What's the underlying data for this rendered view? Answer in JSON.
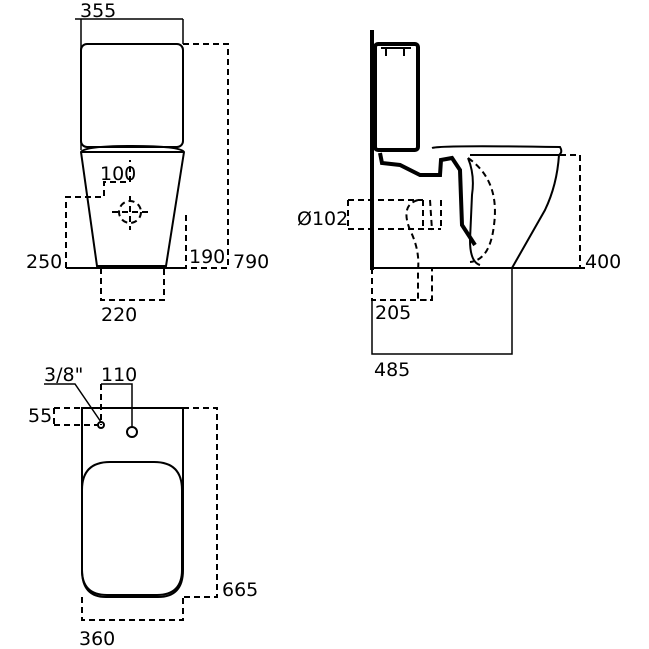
{
  "front_view": {
    "width_top": "355",
    "height_total": "790",
    "inlet_offset": "100",
    "inlet_height": "250",
    "outlet_height": "190",
    "base_width": "220"
  },
  "side_view": {
    "outlet_diameter": "Ø102",
    "seat_height": "400",
    "outlet_distance": "205",
    "depth": "485"
  },
  "plan_view": {
    "connector": "3/8\"",
    "spacing": "110",
    "offset": "55",
    "length": "665",
    "width": "360"
  }
}
